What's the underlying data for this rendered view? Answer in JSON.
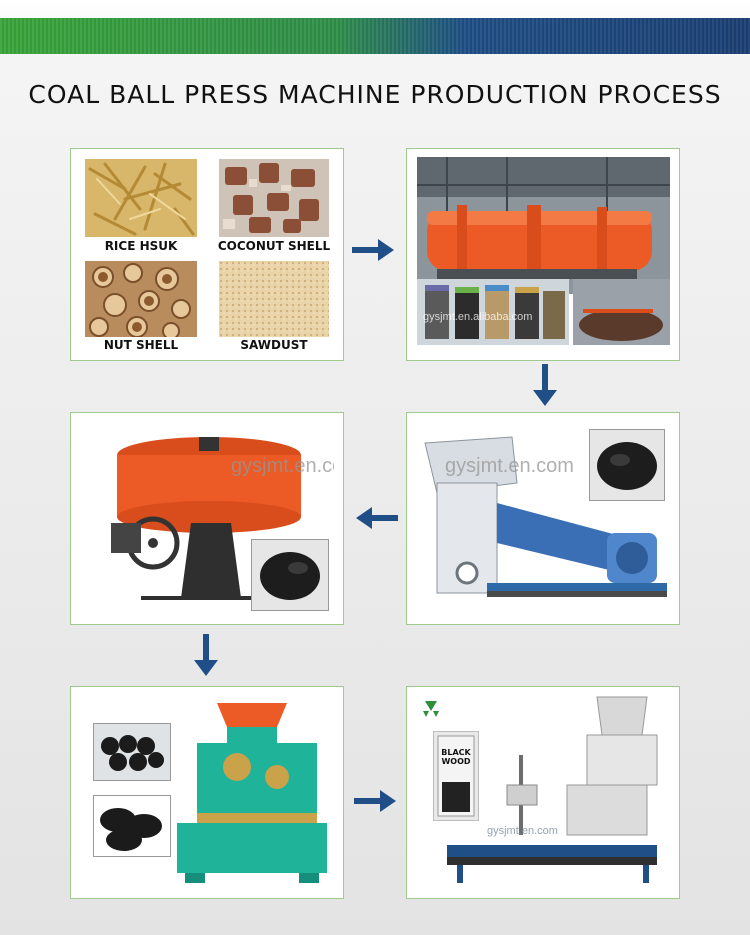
{
  "header": {
    "title": "COAL BALL PRESS MACHINE PRODUCTION PROCESS"
  },
  "step1": {
    "labels": [
      "RICE HSUK",
      "COCONUT SHELL",
      "NUT SHELL",
      "SAWDUST"
    ]
  },
  "watermark": "gysjmt.en.alibaba.com",
  "watermark_short": "gysjmt.en.com",
  "watermark_gy": "gysjmt.en.com",
  "bag": {
    "text": "BLACK WOOD"
  },
  "colors": {
    "frame": "#9ecb8d",
    "arrow": "#1f4f86",
    "orange": "#ec5a26",
    "green_machine": "#1fb39a"
  }
}
